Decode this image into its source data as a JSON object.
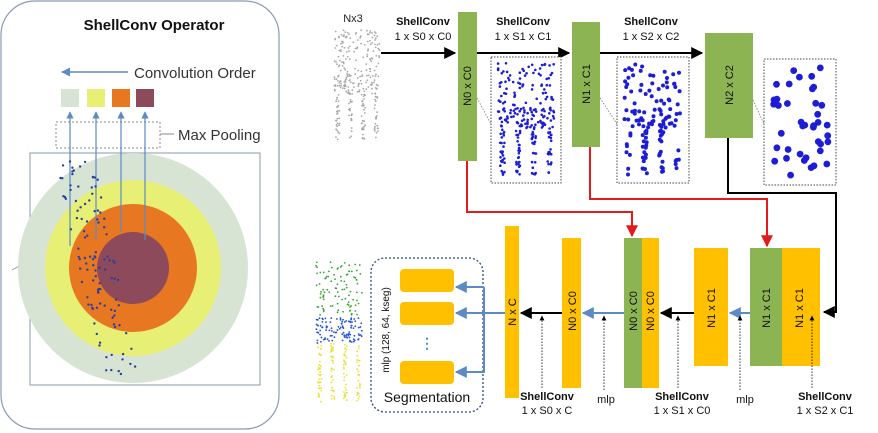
{
  "left_panel": {
    "title": "ShellConv Operator",
    "convolution_order": "Convolution Order",
    "max_pooling": "Max Pooling"
  },
  "colors": {
    "green_block": "#8db452",
    "yellow_block": "#ffc000",
    "red_arrow": "#e31b1b",
    "blue_arrow": "#5b8ac6",
    "dot_blue": "#1d1dd6",
    "shell_outer": "#d7e4d4",
    "shell_yellow": "#e8ef75",
    "shell_orange": "#e87722",
    "shell_core": "#8c4a5a"
  },
  "encoder": {
    "input_label": "Nx3",
    "conv1_name": "ShellConv",
    "conv1_params": "1 x S0 x C0",
    "conv2_name": "ShellConv",
    "conv2_params": "1 x S1 x C1",
    "conv3_name": "ShellConv",
    "conv3_params": "1 x S2 x C2",
    "block1": "N0 x C0",
    "block2": "N1 x C1",
    "block3": "N2 x C2"
  },
  "decoder": {
    "b_n1c1_green": "N1 x C1",
    "b_n1c1_yellow": "N1 x C1",
    "b_n1c1_single": "N1 x C1",
    "b_n0c0_green": "N0 x C0",
    "b_n0c0_yellow": "N0 x C0",
    "b_n0c0_single": "N0 x C0",
    "b_nc": "N x C",
    "conv_a_name": "ShellConv",
    "conv_a_params": "1 x S2 x C1",
    "conv_b_name": "ShellConv",
    "conv_b_params": "1 x S1 x C0",
    "conv_c_name": "ShellConv",
    "conv_c_params": "1 x S0 x C",
    "mlp_a": "mlp",
    "mlp_b": "mlp"
  },
  "segmentation": {
    "mlp_label": "mlp (128, 64, kseg)",
    "title": "Segmentation",
    "ellipsis": "⋮"
  }
}
